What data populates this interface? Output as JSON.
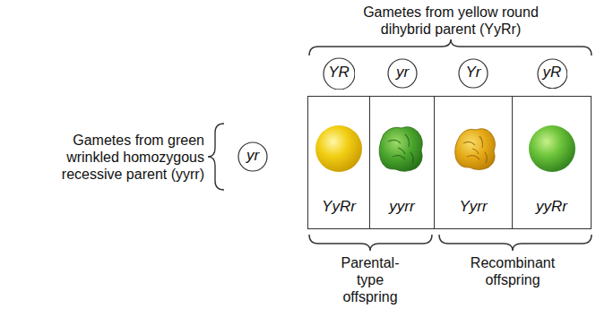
{
  "diagram": {
    "nodes": [
      {
        "text": [
          "YR"
        ]
      },
      {
        "text": [
          "yr"
        ]
      },
      {
        "text": [
          "Yr"
        ]
      },
      {
        "text": [
          "yR"
        ]
      },
      {
        "text": [
          "yr"
        ]
      },
      {
        "text": [
          "YyRr"
        ]
      },
      {
        "text": [
          "yyrr"
        ]
      },
      {
        "text": [
          "Yyrr"
        ]
      },
      {
        "text": [
          "yyRr"
        ]
      }
    ],
    "labels": [
      "Gametes from yellow round dihybrid parent (YyRr)",
      "Gametes from green wrinkled homozygous recessive parent (yyrr)",
      "Parental-type offspring",
      "Recombinant offspring"
    ]
  }
}
